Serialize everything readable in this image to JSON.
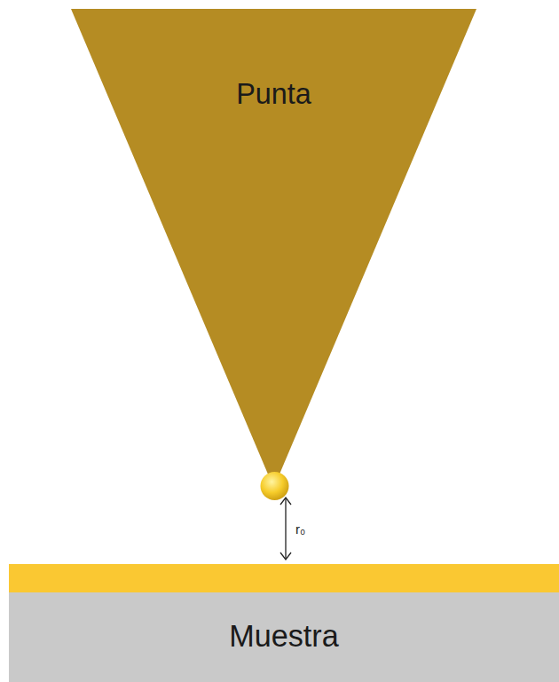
{
  "diagram": {
    "nodes": [
      {
        "text": [
          "Punta"
        ]
      },
      {
        "text": [
          "Muestra"
        ]
      }
    ],
    "labels": [
      "r₀"
    ]
  }
}
